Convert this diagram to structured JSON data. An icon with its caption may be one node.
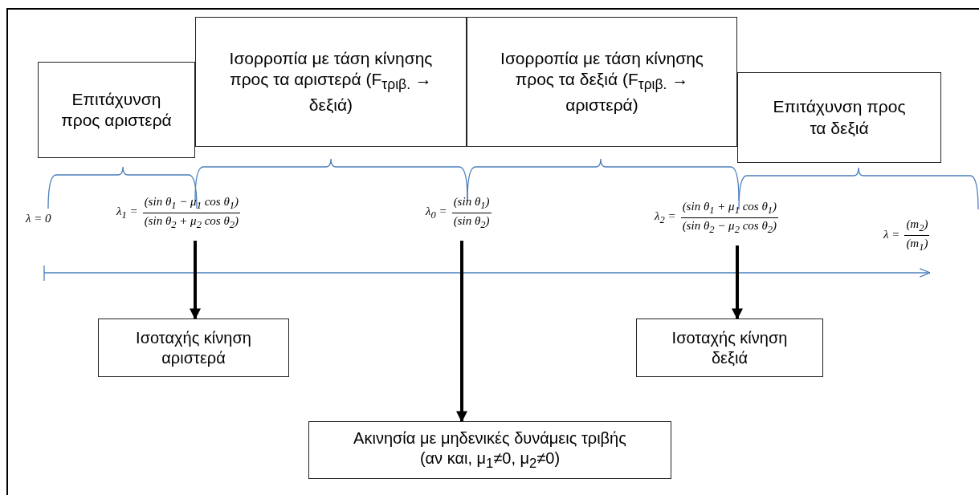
{
  "diagram": {
    "nodes": [
      {
        "text": [
          "Επιτάχυνση προς αριστερά"
        ]
      },
      {
        "text": [
          "Ισορροπία με τάση κίνησης προς τα αριστερά (F$_{τριβ.}$ → δεξιά)"
        ]
      },
      {
        "text": [
          "Ισορροπία με τάση κίνησης προς τα δεξιά (F$_{τριβ.}$ → αριστερά)"
        ]
      },
      {
        "text": [
          "Επιτάχυνση προς τα δεξιά"
        ]
      },
      {
        "text": [
          "λ$_{1}$ =",
          "(sin θ$_{1}$ − μ$_{1}$ cos θ$_{1}$)",
          "(sin θ$_{2}$ + μ$_{2}$ cos θ$_{2}$)"
        ]
      },
      {
        "text": [
          "λ$_{0}$ =",
          "(sin θ$_{1}$)",
          "(sin θ$_{2}$)"
        ]
      },
      {
        "text": [
          "λ$_{2}$ =",
          "(sin θ$_{1}$ + μ$_{1}$ cos θ$_{1}$)",
          "(sin θ$_{2}$ − μ$_{2}$ cos θ$_{2}$)"
        ]
      },
      {
        "text": [
          "Ισοταχής κίνηση αριστερά"
        ]
      },
      {
        "text": [
          "Ακινησία με μηδενικές δυνάμεις τριβής (αν και, μ$_{1}$≠0, μ$_{2}$≠0)"
        ]
      },
      {
        "text": [
          "Ισοταχής κίνηση δεξιά"
        ]
      }
    ],
    "edges": [
      {
        "from": 4,
        "to": 7,
        "arrow": "to"
      },
      {
        "from": 5,
        "to": 8,
        "arrow": "to"
      },
      {
        "from": 6,
        "to": 9,
        "arrow": "to"
      }
    ],
    "labels": [
      "λ = 0",
      "λ =",
      "(m$_{2}$)",
      "(m$_{1}$)"
    ]
  }
}
